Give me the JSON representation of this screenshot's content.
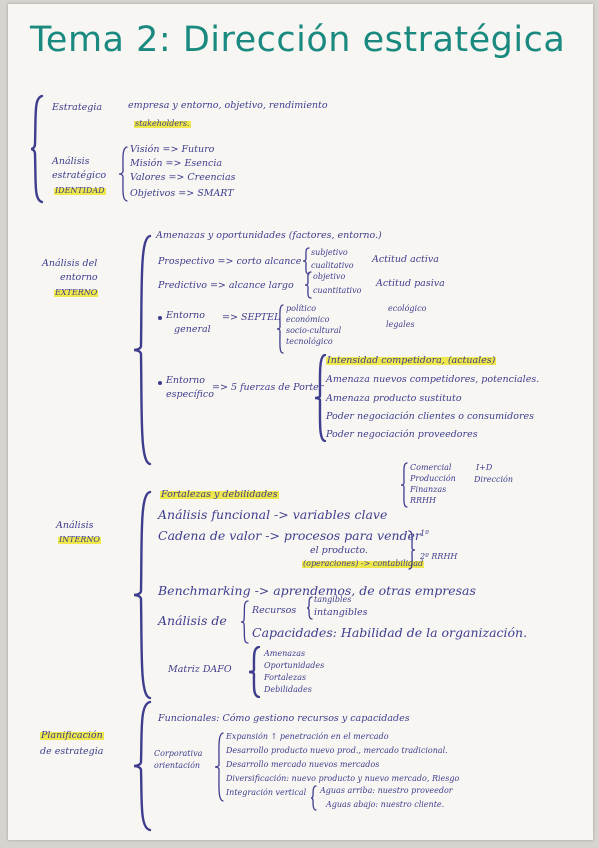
{
  "title": "Tema 2: Dirección estratégica",
  "section1": {
    "estrategia_label": "Estrategia",
    "estrategia_text": "empresa y entorno, objetivo, rendimiento",
    "stakeholders": "stakeholders.",
    "analisis_label_1": "Análisis",
    "analisis_label_2": "estratégico",
    "identidad": "IDENTIDAD",
    "items": [
      "Visión => Futuro",
      "Misión => Esencia",
      "Valores => Creencias",
      "Objetivos => SMART"
    ]
  },
  "section2": {
    "label_1": "Análisis del",
    "label_2": "entorno",
    "label_3": "EXTERNO",
    "amenazas": "Amenazas y oportunidades (factores, entorno.)",
    "prospectivo": "Prospectivo => corto alcance",
    "prospectivo_opts": [
      "subjetivo",
      "cualitativo"
    ],
    "prospectivo_actitud": "Actitud activa",
    "predictivo": "Predictivo => alcance largo",
    "predictivo_opts": [
      "objetivo",
      "cuantitativo"
    ],
    "predictivo_actitud": "Actitud pasiva",
    "entorno_general_1": "Entorno",
    "entorno_general_2": "general",
    "septel": "=> SEPTEL",
    "septel_items": [
      "político",
      "económico",
      "socio-cultural",
      "tecnológico",
      "ecológico",
      "legales"
    ],
    "entorno_especifico_1": "Entorno",
    "entorno_especifico_2": "específico",
    "porter": "=> 5 fuerzas de Porter",
    "porter_items": [
      "Intensidad competidora, (actuales)",
      "Amenaza nuevos competidores, potenciales.",
      "Amenaza producto sustituto",
      "Poder negociación clientes o consumidores",
      "Poder negociación proveedores"
    ]
  },
  "section3": {
    "label_1": "Análisis",
    "label_2": "INTERNO",
    "fortalezas": "Fortalezas y debilidades",
    "areas": [
      "Comercial",
      "Producción",
      "Finanzas",
      "RRHH",
      "I+D",
      "Dirección"
    ],
    "funcional": "Análisis funcional -> variables clave",
    "cadena": "Cadena de valor -> procesos para vender",
    "producto": "el producto.",
    "cadena_sub": "(operaciones) -> contabilidad",
    "cadena_right": [
      "1º",
      "2º RRHH"
    ],
    "benchmarking": "Benchmarking -> aprendemos, de otras empresas",
    "analisis_de": "Análisis de",
    "recursos": "Recursos",
    "recursos_types": [
      "tangibles",
      "intangibles"
    ],
    "capacidades": "Capacidades: Habilidad de la organización.",
    "dafo": "Matriz DAFO",
    "dafo_items": [
      "Amenazas",
      "Oportunidades",
      "Fortalezas",
      "Debilidades"
    ]
  },
  "section4": {
    "label_1": "Planificación",
    "label_2": "de estrategia",
    "funcionales": "Funcionales: Cómo gestiono recursos y capacidades",
    "corporativa_1": "Corporativa",
    "corporativa_2": "orientación",
    "items": [
      "Expansión ↑ penetración en el mercado",
      "Desarrollo producto nuevo prod., mercado tradicional.",
      "Desarrollo mercado nuevos mercados",
      "Diversificación: nuevo producto y nuevo mercado, Riesgo",
      "Integración vertical"
    ],
    "vertical_items": [
      "Aguas arriba: nuestro proveedor",
      "Aguas abajo: nuestro cliente."
    ]
  },
  "colors": {
    "ink": "#3f3d8e",
    "title": "#1a8a80",
    "highlight": "#efe84c",
    "paper": "#f7f6f2"
  }
}
